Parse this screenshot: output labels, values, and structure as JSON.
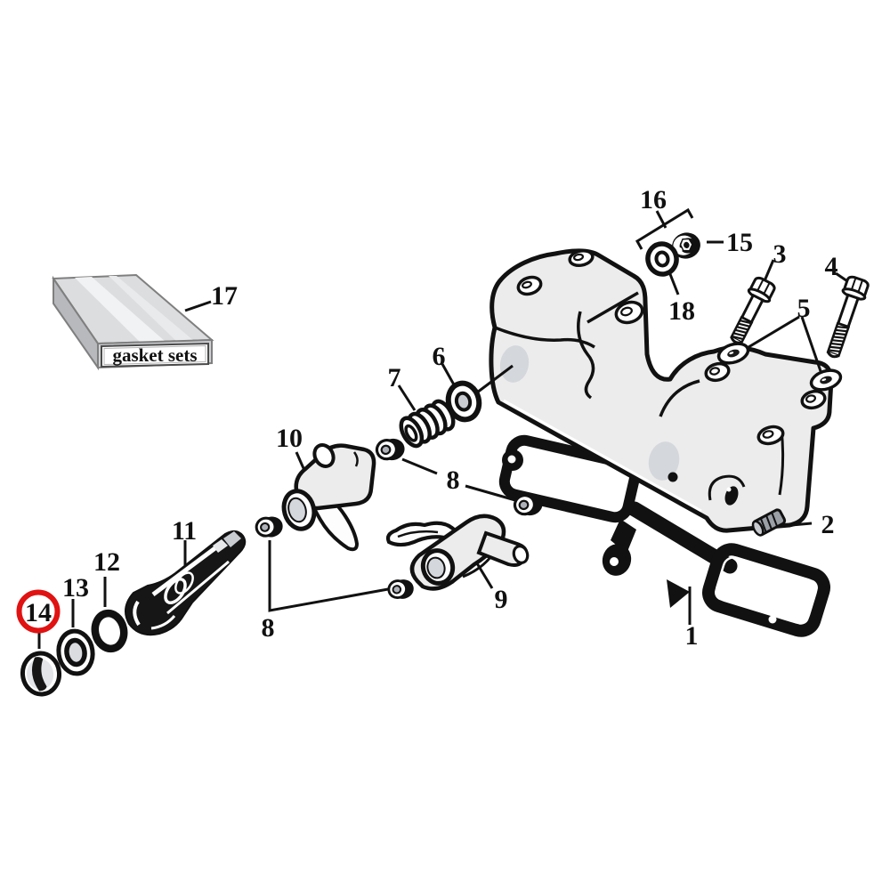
{
  "figure": {
    "kind": "exploded parts diagram",
    "box_label": "gasket sets",
    "highlighted_callout": "14"
  },
  "colors": {
    "line": "#111111",
    "highlight_ring": "#e01212",
    "part_fill": "#ececec",
    "hole_fill": "#d4d7db"
  },
  "callouts": {
    "c1": "1",
    "c2": "2",
    "c3": "3",
    "c4": "4",
    "c5": "5",
    "c6": "6",
    "c7": "7",
    "c8a": "8",
    "c8b": "8",
    "c9": "9",
    "c10": "10",
    "c11": "11",
    "c12": "12",
    "c13": "13",
    "c14": "14",
    "c15": "15",
    "c16": "16",
    "c17": "17",
    "c18": "18"
  }
}
